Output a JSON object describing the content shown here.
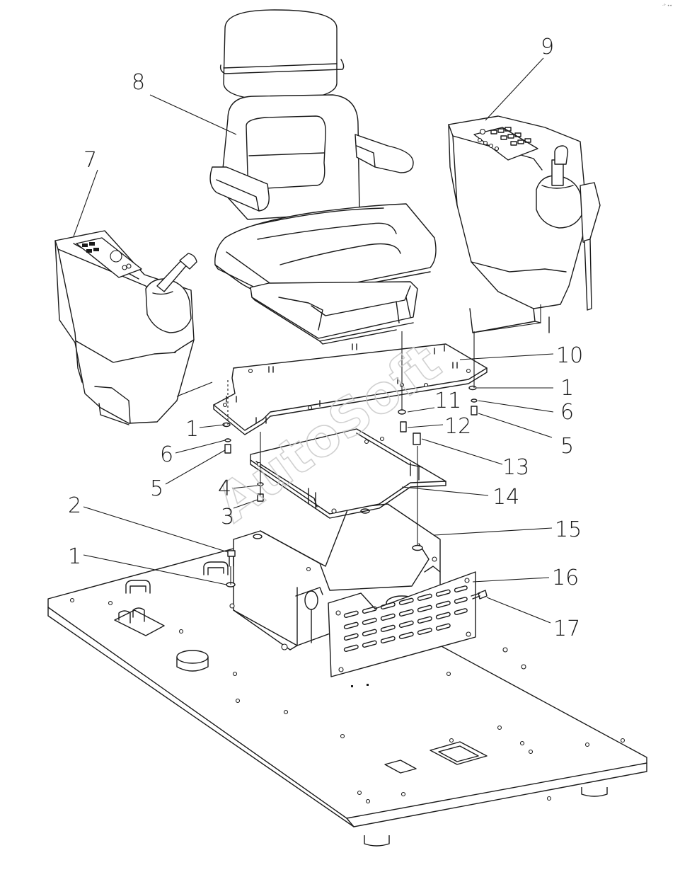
{
  "watermark": "AutoSoft",
  "corner_mark": "·° ••",
  "callouts": [
    {
      "id": "1a",
      "label": "1"
    },
    {
      "id": "1b",
      "label": "1"
    },
    {
      "id": "1c",
      "label": "1"
    },
    {
      "id": "2",
      "label": "2"
    },
    {
      "id": "3",
      "label": "3"
    },
    {
      "id": "4",
      "label": "4"
    },
    {
      "id": "5a",
      "label": "5"
    },
    {
      "id": "5b",
      "label": "5"
    },
    {
      "id": "6a",
      "label": "6"
    },
    {
      "id": "6b",
      "label": "6"
    },
    {
      "id": "7",
      "label": "7"
    },
    {
      "id": "8",
      "label": "8"
    },
    {
      "id": "9",
      "label": "9"
    },
    {
      "id": "10",
      "label": "10"
    },
    {
      "id": "11",
      "label": "11"
    },
    {
      "id": "12",
      "label": "12"
    },
    {
      "id": "13",
      "label": "13"
    },
    {
      "id": "14",
      "label": "14"
    },
    {
      "id": "15",
      "label": "15"
    },
    {
      "id": "16",
      "label": "16"
    },
    {
      "id": "17",
      "label": "17"
    }
  ]
}
